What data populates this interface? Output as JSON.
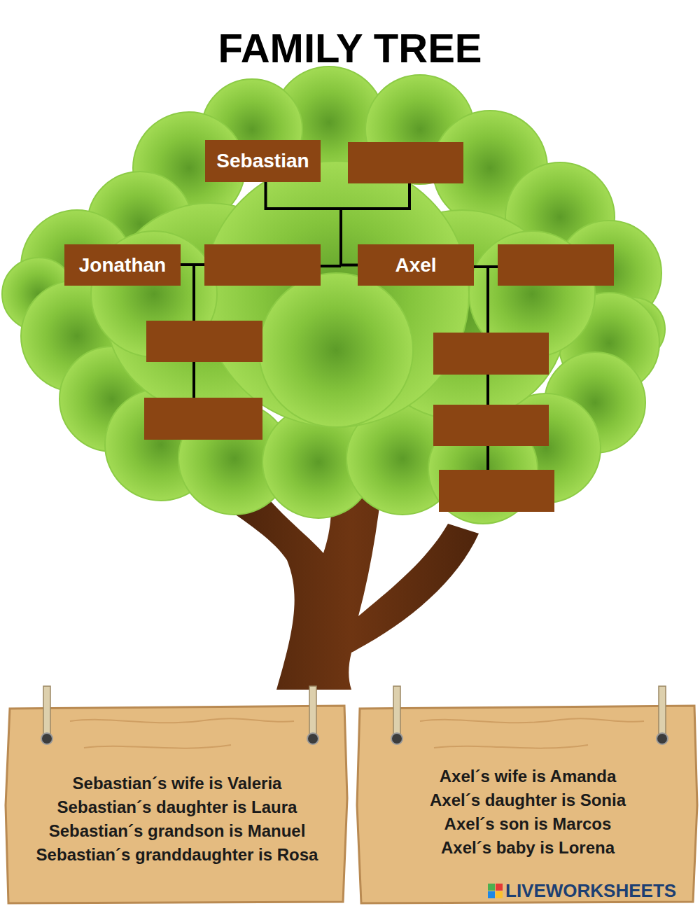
{
  "diagram": {
    "title": "FAMILY TREE",
    "nodes": [
      {
        "text": [
          "Sebastian"
        ]
      },
      {
        "text": [
          "Jonathan"
        ]
      },
      {
        "text": [
          "Axel"
        ]
      },
      {
        "text": [
          "Sebastian´s wife is Valeria",
          "Sebastian´s daughter is Laura",
          "Sebastian´s grandson is Manuel",
          "Sebastian´s granddaughter is Rosa"
        ]
      },
      {
        "text": [
          "Axel´s wife is Amanda",
          "Axel´s daughter is Sonia",
          "Axel´s son is Marcos",
          "Axel´s baby is Lorena"
        ]
      }
    ],
    "edges": [
      {
        "from": 0,
        "to": 2,
        "arrow": "none"
      }
    ],
    "labels": [
      "LIVEWORKSHEETS"
    ]
  }
}
